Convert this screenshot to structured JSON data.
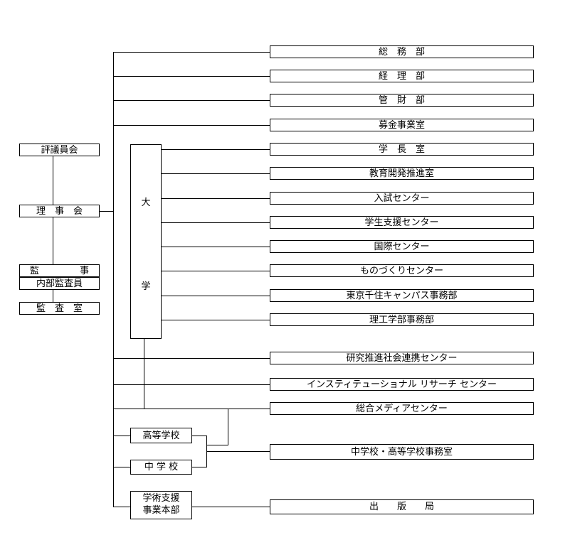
{
  "left_column": {
    "hyogiinkai": "評議員会",
    "rijikai": "理　事　会",
    "kanji_left": "監",
    "kanji_right": "事",
    "naibu_kansain": "内部監査員",
    "kansashitsu": "監　査　室"
  },
  "university": {
    "char_top": "大",
    "char_bottom": "学"
  },
  "right_column": {
    "somubu": "総　務　部",
    "keiribu": "経　理　部",
    "kanzaibu": "管　財　部",
    "bokin": "募金事業室",
    "gakuchoshitsu": "学　長　室",
    "kyoiku": "教育開発推進室",
    "nyushi": "入試センター",
    "gakusei": "学生支援センター",
    "kokusai": "国際センター",
    "monozukuri": "ものづくりセンター",
    "senju": "東京千住キャンパス事務部",
    "rikogakubu": "理工学部事務部",
    "kenkyu": "研究推進社会連携センター",
    "institutional": "インスティテューショナル リサーチ センター",
    "media": "総合メディアセンター",
    "chu_ko_jimu": "中学校・高等学校事務室",
    "shuppan": "出　　版　　局"
  },
  "schools": {
    "koto": "高等学校",
    "chu": "中 学 校",
    "gakujutsu_1": "学術支援",
    "gakujutsu_2": "事業本部"
  }
}
